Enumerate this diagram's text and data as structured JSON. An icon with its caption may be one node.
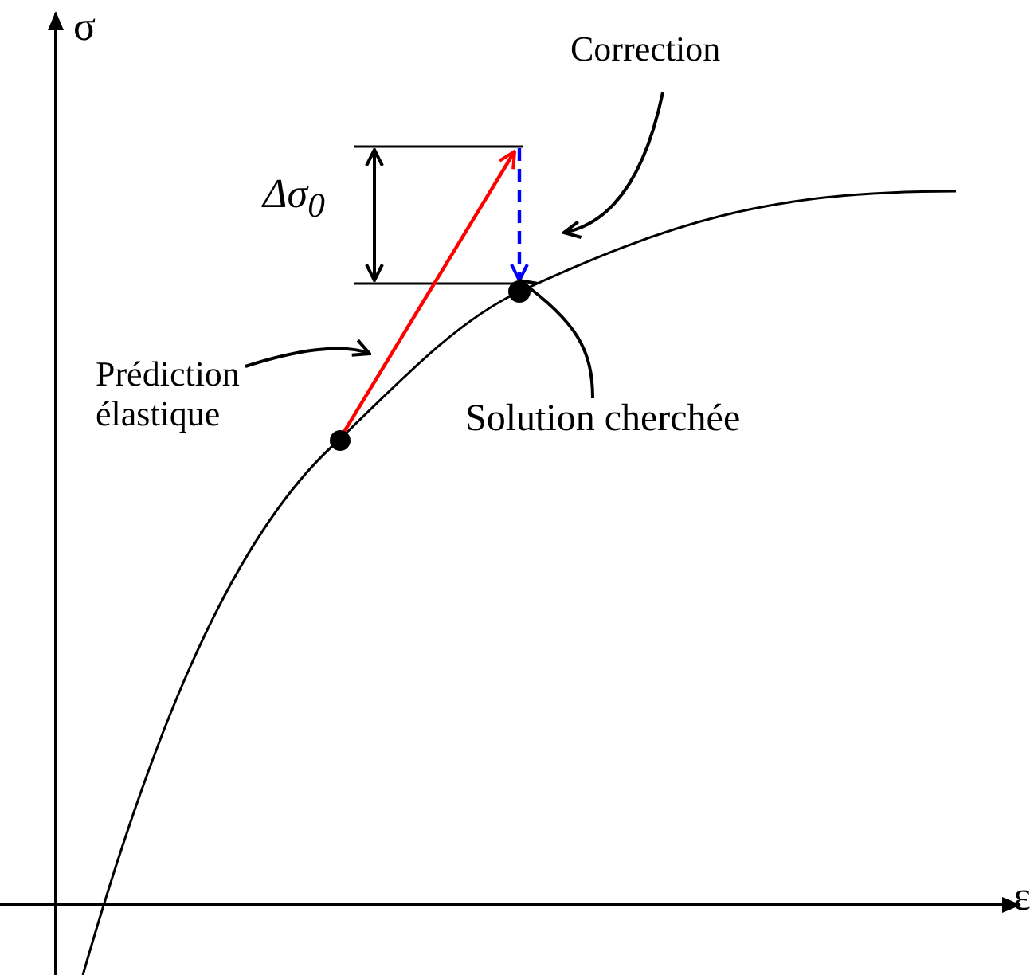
{
  "diagram": {
    "nodes": [
      {
        "text": [
          "Prédiction élastique"
        ]
      },
      {
        "text": [
          "Correction"
        ]
      },
      {
        "text": [
          "Solution cherchée"
        ]
      },
      {
        "text": [],
        "shape": "circle"
      },
      {
        "text": [],
        "shape": "circle"
      }
    ],
    "edges": [
      {
        "from": 3,
        "to": null,
        "arrow": "to",
        "color": "#ff0000"
      },
      {
        "from": null,
        "to": 4,
        "arrow": "to",
        "style": "dashed",
        "color": "#0000ff"
      },
      {
        "from": 0,
        "to": null,
        "arrow": "to"
      },
      {
        "from": 1,
        "to": null,
        "arrow": "to"
      },
      {
        "from": 2,
        "to": 4,
        "arrow": "to"
      }
    ],
    "labels": [
      "σ",
      "ε",
      "Δσ$_{0}$"
    ]
  }
}
